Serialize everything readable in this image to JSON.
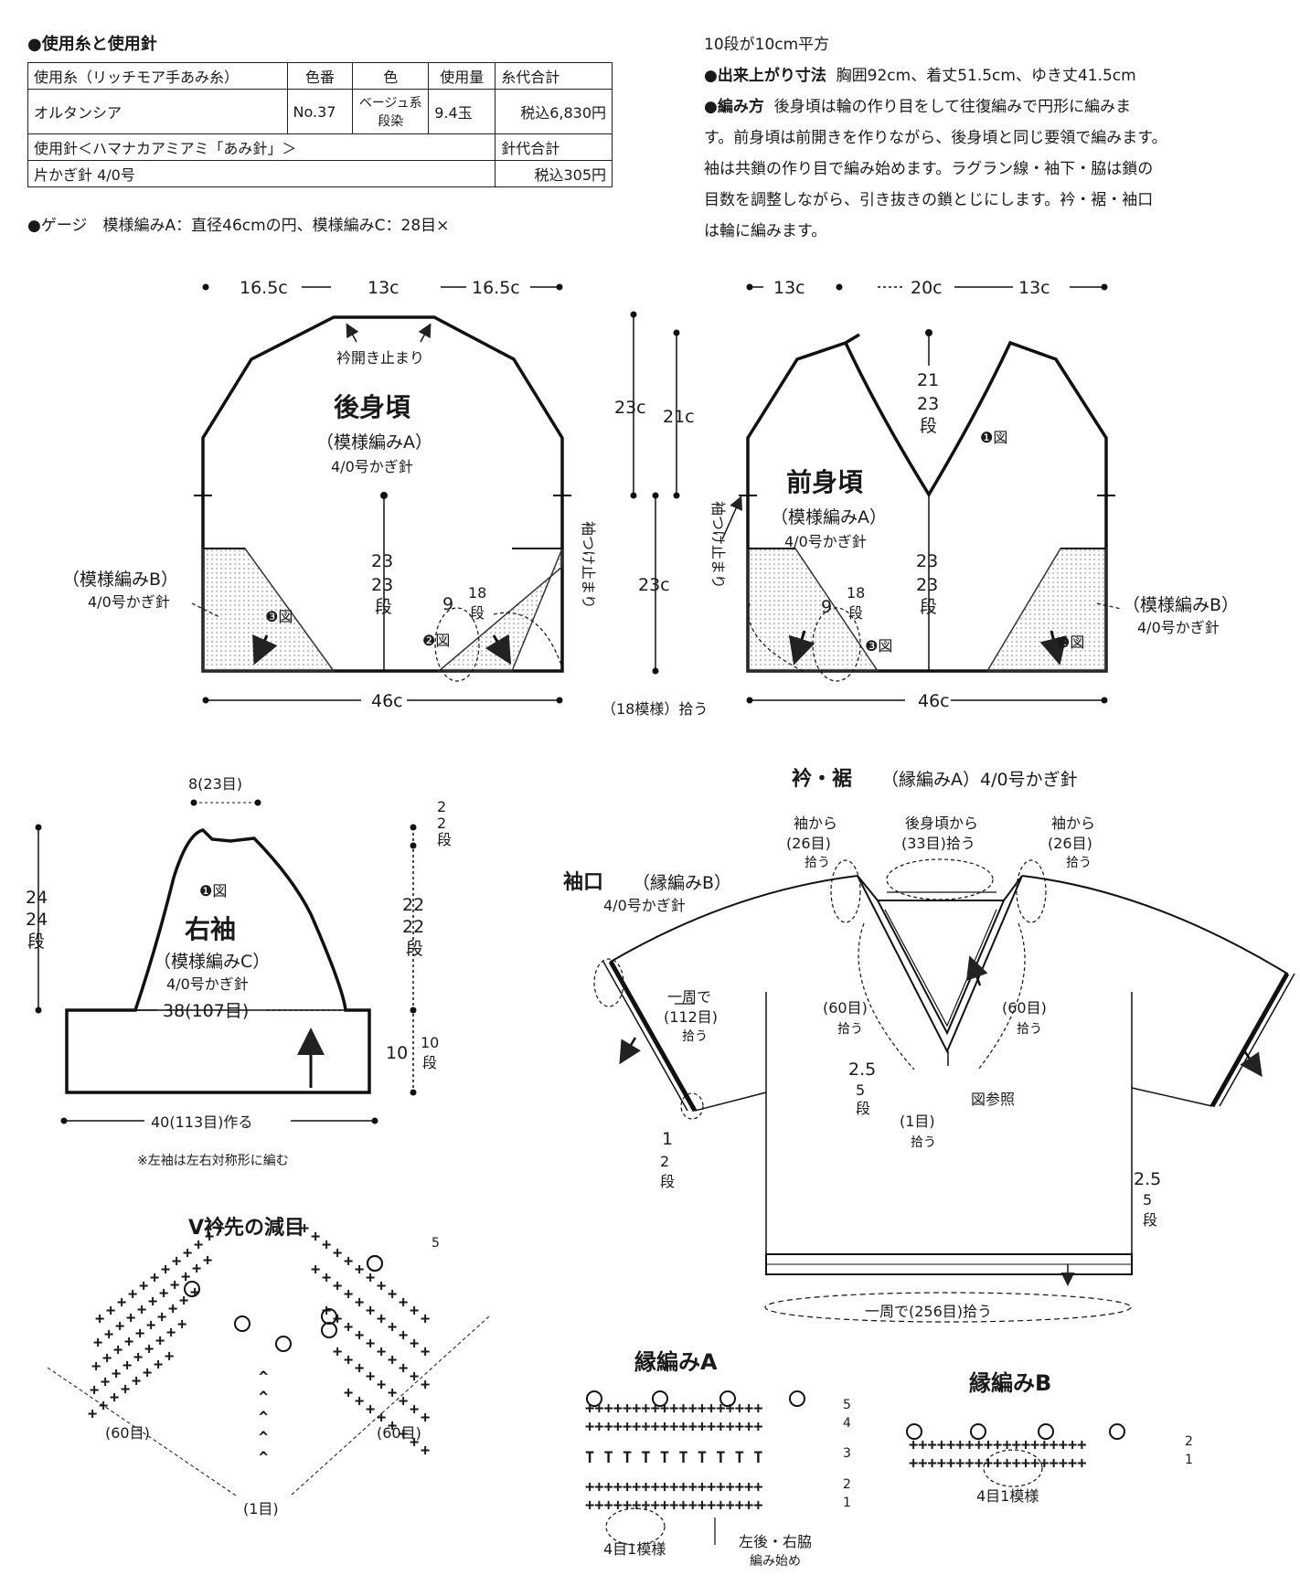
{
  "header": {
    "yarn_title": "●使用糸と使用針",
    "table": {
      "headers": [
        "使用糸（リッチモア手あみ糸）",
        "色番",
        "色",
        "使用量",
        "糸代合計"
      ],
      "row": [
        "オルタンシア",
        "No.37",
        "ベージュ系段染",
        "9.4玉",
        "税込6,830円"
      ],
      "needle_header": "使用針＜ハマナカアミアミ「あみ針」＞",
      "needle_cost_header": "針代合計",
      "needle": "片かぎ針 4/0号",
      "needle_cost": "税込305円"
    },
    "gauge": "●ゲージ　模様編みA：直径46cmの円、模様編みC：28目×",
    "gauge_cont": "10段が10cm平方",
    "size_label": "●出来上がり寸法",
    "size": "胸囲92cm、着丈51.5cm、ゆき丈41.5cm",
    "method_label": "●編み方",
    "method_lines": [
      "後身頃は輪の作り目をして往復編みで円形に編みま",
      "す。前身頃は前開きを作りながら、後身頃と同じ要領で編みます。",
      "袖は共鎖の作り目で編み始めます。ラグラン線・袖下・脇は鎖の",
      "目数を調整しながら、引き抜きの鎖とじにします。衿・裾・袖口",
      "は輪に編みます。"
    ]
  },
  "back": {
    "title": "後身頃",
    "pattern": "（模様編みA）",
    "hook": "4/0号かぎ針",
    "top_dims": [
      "16.5c",
      "13c",
      "16.5c"
    ],
    "neck_note": "衿開き止まり",
    "height_center": "23",
    "height_rows_top": "23",
    "height_rows_bottom": "段",
    "side_a": "9",
    "side_b_top": "18",
    "side_b_bottom": "段",
    "fig2": "❷図",
    "fig3": "❸図",
    "sleeve_stop": "袖つけ止まり",
    "width": "46c"
  },
  "pattern_b_left": {
    "name": "（模様編みB）",
    "hook": "4/0号かぎ針"
  },
  "pattern_b_right": {
    "name": "（模様編みB）",
    "hook": "4/0号かぎ針"
  },
  "middle": {
    "dim1": "23c",
    "dim2": "21c",
    "dim3": "23c",
    "pickup": "（18模様）拾う"
  },
  "front": {
    "title": "前身頃",
    "pattern": "（模様編みA）",
    "hook": "4/0号かぎ針",
    "top_dims": [
      "13c",
      "20c",
      "13c"
    ],
    "v_rows_a": "21",
    "v_rows_b": "23",
    "v_rows_c": "段",
    "fig1": "❶図",
    "height": "23",
    "height_rows": "23",
    "height_dan": "段",
    "side_a": "9",
    "side_b_top": "18",
    "side_b_bottom": "段",
    "fig2": "❷図",
    "fig3": "❸図",
    "sleeve_stop": "袖つけ止まり",
    "width": "46c"
  },
  "sleeve": {
    "top": "8(23目)",
    "height": "24",
    "height_rows": "24",
    "height_dan": "段",
    "fig1": "❶図",
    "title": "右袖",
    "pattern": "（模様編みC）",
    "hook": "4/0号かぎ針",
    "width": "38(107目)",
    "cuff_height": "10",
    "cuff_rows": "10",
    "cuff_dan": "段",
    "right_top": "2",
    "right_top_rows": "2",
    "right_top_dan": "段",
    "right_mid": "22",
    "right_mid_rows": "22",
    "right_mid_dan": "段",
    "bottom": "40(113目)作る",
    "note": "※左袖は左右対称形に編む"
  },
  "assembly": {
    "title": "衿・裾",
    "subtitle": "（縁編みA）4/0号かぎ針",
    "sleeve_from_l": "袖から",
    "sleeve_from_l_count": "(26目)",
    "sleeve_from_l_pick": "拾う",
    "back_from": "後身頃から",
    "back_from_count": "(33目)拾う",
    "sleeve_from_r": "袖から",
    "sleeve_from_r_count": "(26目)",
    "sleeve_from_r_pick": "拾う",
    "cuff_title": "袖口",
    "cuff_sub": "（縁編みB）",
    "cuff_hook": "4/0号かぎ針",
    "round": "一周で",
    "round_count": "(112目)",
    "round_pick": "拾う",
    "v_left": "(60目)",
    "v_left_pick": "拾う",
    "v_right": "(60目)",
    "v_right_pick": "拾う",
    "band_h": "2.5",
    "band_rows": "5",
    "band_dan": "段",
    "center": "(1目)",
    "center_pick": "拾う",
    "see_fig": "図参照",
    "cuff_h": "1",
    "cuff_rows": "2",
    "cuff_dan": "段",
    "hem_h": "2.5",
    "hem_rows": "5",
    "hem_dan": "段",
    "hem_pick": "一周で(256目)拾う"
  },
  "v_dec": {
    "title": "V衿先の減目",
    "left": "(60目)",
    "right": "(60目)",
    "center": "(1目)",
    "row5": "5"
  },
  "edge_a": {
    "title": "縁編みA",
    "rows": [
      "5",
      "4",
      "3",
      "2",
      "1"
    ],
    "repeat": "4目1模様",
    "start": "左後・右脇",
    "start2": "編み始め"
  },
  "edge_b": {
    "title": "縁編みB",
    "rows": [
      "2",
      "1"
    ],
    "repeat": "4目1模様"
  }
}
